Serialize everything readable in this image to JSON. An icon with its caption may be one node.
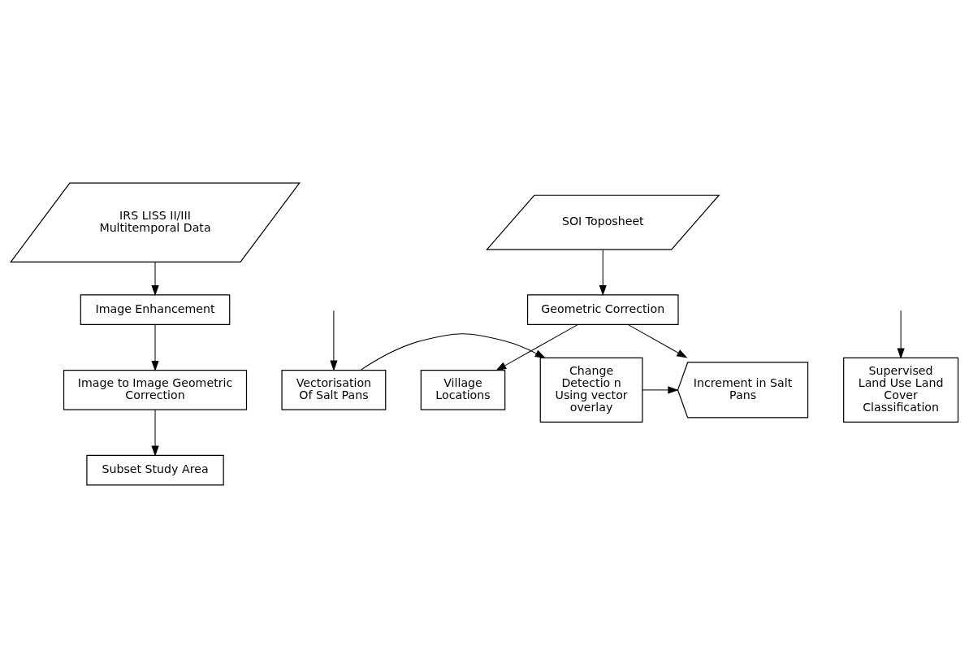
{
  "diagram": {
    "nodes": [
      {
        "text": [
          "IRS LISS II/III Multitemporal Data"
        ]
      },
      {
        "text": [
          "SOI Toposheet"
        ]
      },
      {
        "text": [
          "Image Enhancement"
        ]
      },
      {
        "text": [
          "Geometric Correction"
        ]
      },
      {
        "text": [
          "Village Locations"
        ]
      },
      {
        "text": [
          "Image to Image Geometric Correction"
        ]
      },
      {
        "text": [
          "Subset Study Area"
        ]
      },
      {
        "text": [
          "Supervised Land Use Land Cover Classification"
        ]
      },
      {
        "text": [
          "Vectorisation Of Salt Pans"
        ]
      },
      {
        "text": [
          "Change Detectio n Using vector overlay"
        ]
      },
      {
        "text": [
          "Increment in Salt Pans"
        ]
      }
    ],
    "edges": [
      {
        "from": 0,
        "to": 2,
        "arrow": "to"
      },
      {
        "from": 1,
        "to": 3,
        "arrow": "to"
      },
      {
        "from": 3,
        "to": 4,
        "arrow": "to"
      },
      {
        "from": 2,
        "to": 5,
        "arrow": "to"
      },
      {
        "from": 5,
        "to": 6,
        "arrow": "to"
      },
      {
        "from": null,
        "to": 7,
        "arrow": "to"
      },
      {
        "from": null,
        "to": 8,
        "arrow": "to"
      },
      {
        "from": 8,
        "to": 9,
        "arrow": "to"
      },
      {
        "from": 9,
        "to": 10,
        "arrow": "to"
      },
      {
        "from": 3,
        "to": 10,
        "arrow": "to"
      }
    ]
  }
}
